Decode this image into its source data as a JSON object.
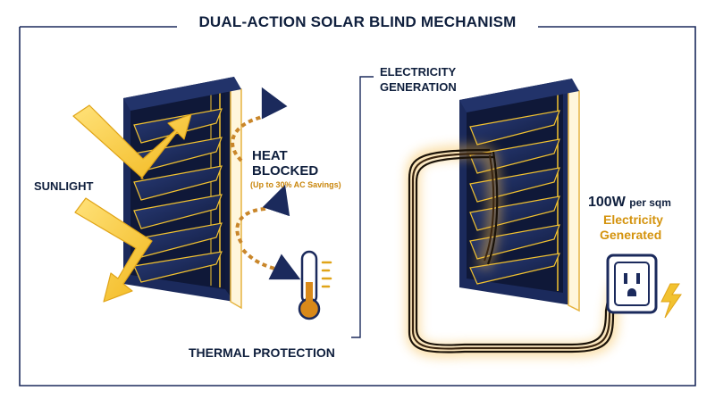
{
  "title": "DUAL-ACTION SOLAR BLIND MECHANISM",
  "labels": {
    "sunlight": "SUNLIGHT",
    "heat_line1": "HEAT",
    "heat_line2": "BLOCKED",
    "heat_savings": "(Up to 30% AC Savings)",
    "thermal_protection": "THERMAL PROTECTION",
    "electricity_line1": "ELECTRICITY",
    "electricity_line2": "GENERATION",
    "power_value": "100W",
    "power_unit": "per sqm",
    "generated_line1": "Electricity",
    "generated_line2": "Generated"
  },
  "colors": {
    "navy": "#1b2a5c",
    "gold": "#f2c230",
    "orange": "#e08a1e",
    "text": "#0f1f3d",
    "glow": "#f5b942"
  },
  "icons": [
    "sunlight-arrow-icon",
    "heat-arrow-icon",
    "thermometer-icon",
    "power-outlet-icon",
    "lightning-bolt-icon",
    "cable-icon"
  ]
}
